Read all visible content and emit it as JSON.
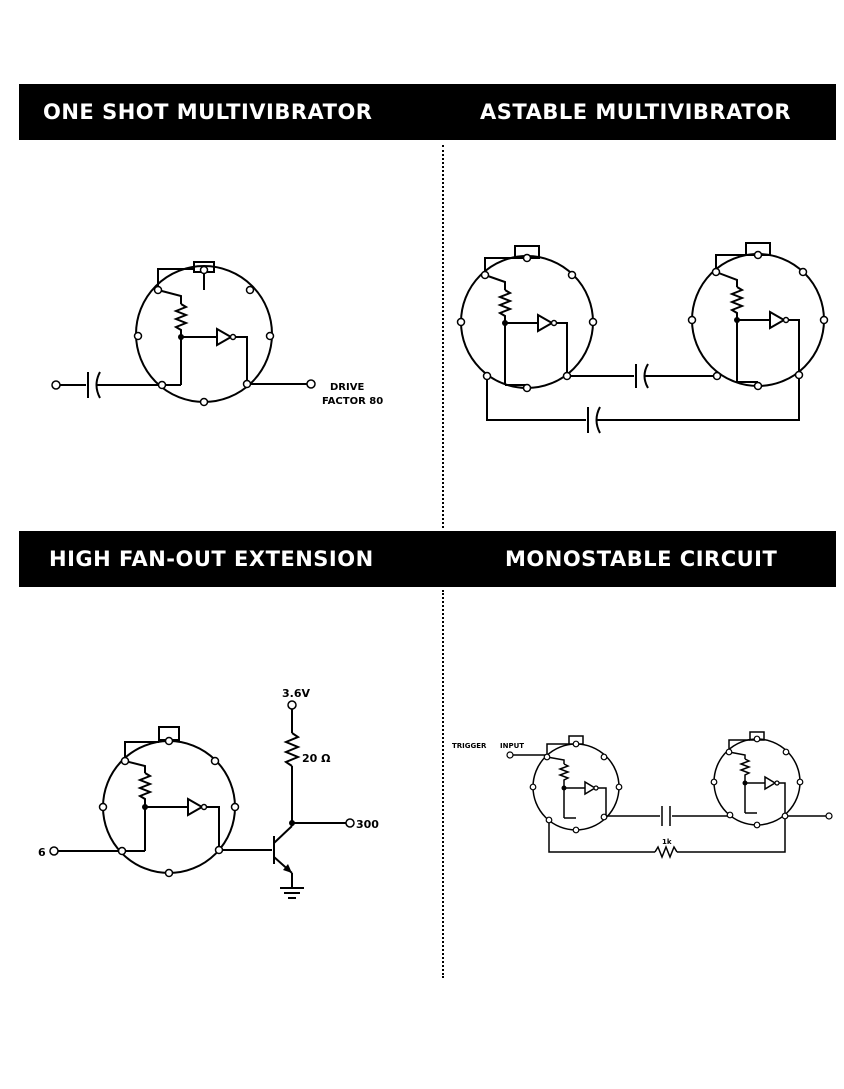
{
  "headers": {
    "one_shot": "ONE SHOT MULTIVIBRATOR",
    "astable": "ASTABLE MULTIVIBRATOR",
    "high_fan_out": "HIGH FAN-OUT EXTENSION",
    "monostable": "MONOSTABLE CIRCUIT"
  },
  "one_shot": {
    "drive_label": "DRIVE",
    "factor_label": "FACTOR 80"
  },
  "high_fan_out": {
    "supply_label": "3.6V",
    "resistor_label": "20 Ω",
    "output_label": "300",
    "input_label": "6"
  },
  "monostable": {
    "trigger_label": "TRIGGER",
    "input_label": "INPUT",
    "resistor_label": "1k"
  },
  "colors": {
    "ink": "#000000",
    "paper": "#ffffff"
  }
}
